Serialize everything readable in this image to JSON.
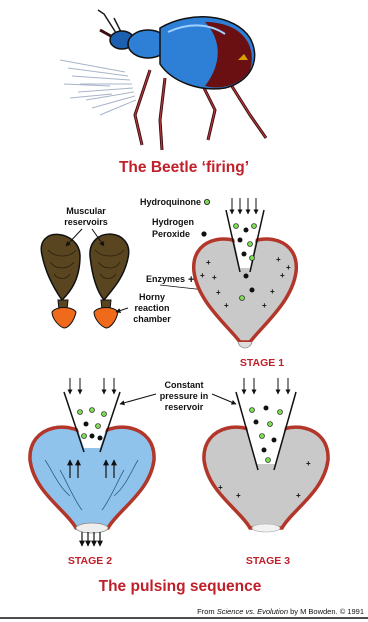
{
  "title_top": "The Beetle ‘firing’",
  "title_bottom": "The pulsing sequence",
  "labels": {
    "muscular": "Muscular",
    "reservoirs": "reservoirs",
    "hydroquinone": "Hydroquinone",
    "hydrogen": "Hydrogen",
    "peroxide": "Peroxide",
    "enzymes": "Enzymes",
    "horny": "Horny",
    "reaction": "reaction",
    "chamber": "chamber",
    "constant": "Constant",
    "pressure_in": "pressure in",
    "reservoir": "reservoir"
  },
  "stages": {
    "stage1": "STAGE 1",
    "stage2": "STAGE 2",
    "stage3": "STAGE 3"
  },
  "credit": {
    "from": "From ",
    "book": "Science vs. Evolution",
    "rest": " by M Bowden. © 1991"
  },
  "colors": {
    "title_red": "#c0202a",
    "chamber_gray": "#c9c9c9",
    "chamber_blue": "#8fc3ec",
    "chamber_rim": "#b2372a",
    "reservoir_brown": "#5a4521",
    "horny_orange": "#f06a1c",
    "hydroquinone_green": "#7ed957",
    "beetle_blue": "#2e7fd6"
  }
}
